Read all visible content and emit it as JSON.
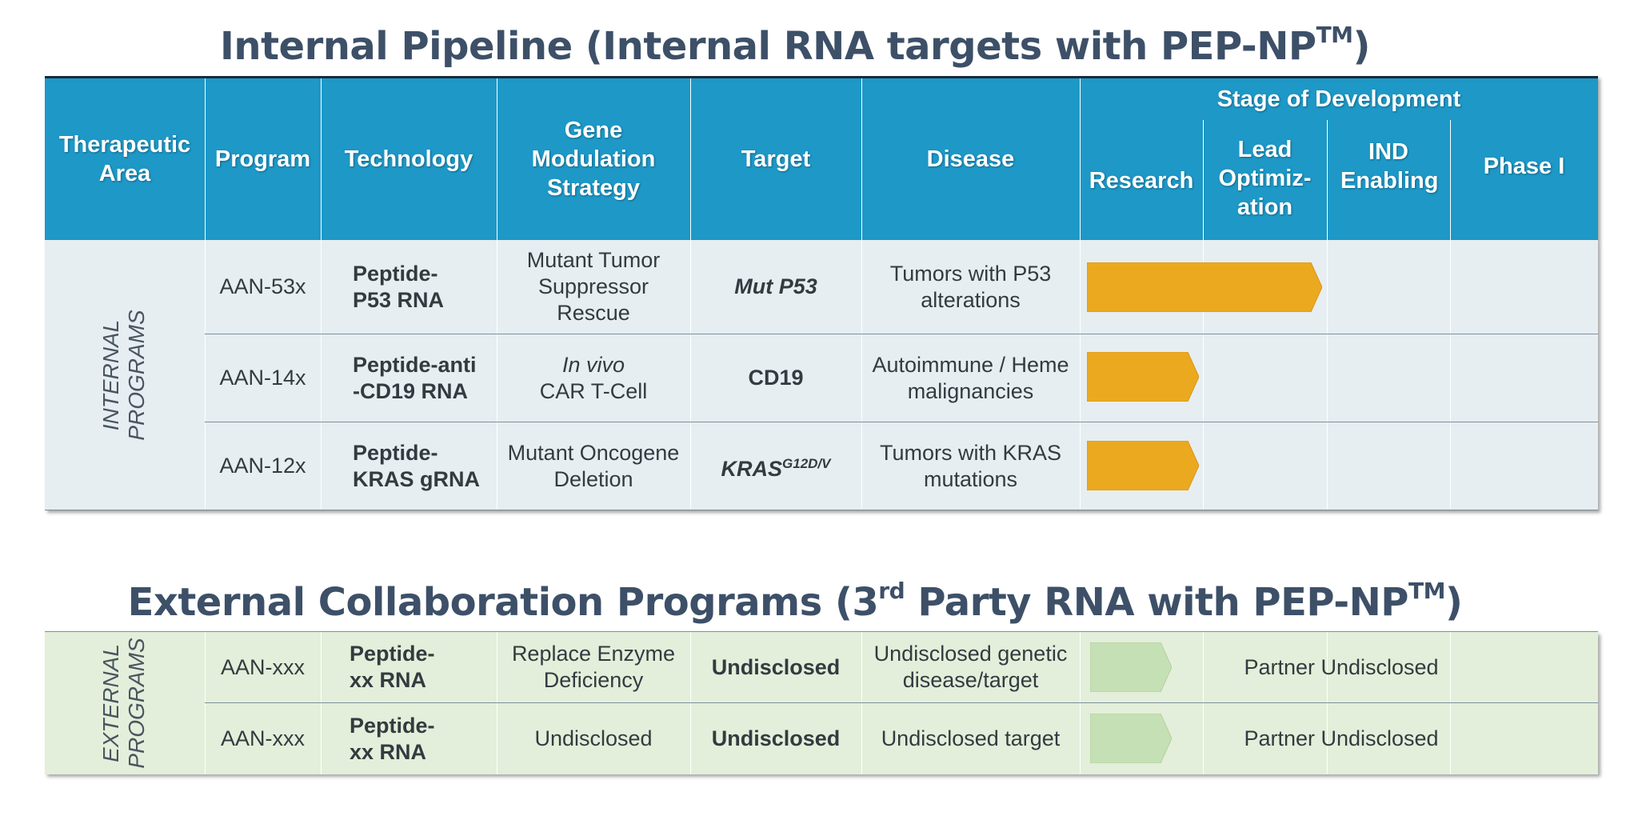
{
  "titles": {
    "internal_main": "Internal Pipeline (Internal RNA targets with PEP-NP",
    "internal_tm": "TM",
    "internal_close": ")",
    "external_pre": "External Collaboration Programs (3",
    "external_rd": "rd",
    "external_mid": " Party RNA with PEP-NP",
    "external_tm": "TM",
    "external_close": ")"
  },
  "header": {
    "therapeutic_area": "Therapeutic Area",
    "program": "Program",
    "technology": "Technology",
    "gene_modulation": "Gene Modulation Strategy",
    "target": "Target",
    "disease": "Disease",
    "stage_group": "Stage of Development",
    "stages": [
      "Research",
      "Lead Optimiz-ation",
      "IND Enabling",
      "Phase I"
    ]
  },
  "internal": {
    "area_label_1": "INTERNAL",
    "area_label_2": "PROGRAMS",
    "rows": [
      {
        "program": "AAN-53x",
        "tech_1": "Peptide-",
        "tech_2": "P53 RNA",
        "strategy_1": "Mutant Tumor",
        "strategy_2": "Suppressor",
        "strategy_3": "Rescue",
        "target": "Mut P53",
        "disease_1": "Tumors with P53",
        "disease_2": "alterations",
        "progress_stages": 2
      },
      {
        "program": "AAN-14x",
        "tech_1": "Peptide-anti",
        "tech_2": "-CD19 RNA",
        "strategy_1": "In vivo",
        "strategy_2": "CAR T-Cell",
        "target": "CD19",
        "disease_1": "Autoimmune / Heme",
        "disease_2": "malignancies",
        "progress_stages": 1
      },
      {
        "program": "AAN-12x",
        "tech_1": "Peptide-",
        "tech_2": "KRAS gRNA",
        "strategy_1": "Mutant Oncogene",
        "strategy_2": "Deletion",
        "target": "KRAS",
        "target_sup": "G12D/V",
        "disease_1": "Tumors with KRAS",
        "disease_2": "mutations",
        "progress_stages": 1
      }
    ]
  },
  "external": {
    "area_label_1": "EXTERNAL",
    "area_label_2": "PROGRAMS",
    "rows": [
      {
        "program": "AAN-xxx",
        "tech_1": "Peptide-",
        "tech_2": "xx RNA",
        "strategy_1": "Replace Enzyme",
        "strategy_2": "Deficiency",
        "target": "Undisclosed",
        "disease_1": "Undisclosed genetic",
        "disease_2": "disease/target",
        "partner": "Partner Undisclosed"
      },
      {
        "program": "AAN-xxx",
        "tech_1": "Peptide-",
        "tech_2": "xx RNA",
        "strategy_1": "Undisclosed",
        "target": "Undisclosed",
        "disease_1": "Undisclosed target",
        "partner": "Partner Undisclosed"
      }
    ]
  },
  "colors": {
    "header_bg": "#1d98c7",
    "internal_bg": "#e6eef2",
    "external_bg": "#e3efda",
    "internal_arrow": "#eba91f",
    "external_arrow": "#c6e0b5",
    "title_text": "#3d5068"
  }
}
